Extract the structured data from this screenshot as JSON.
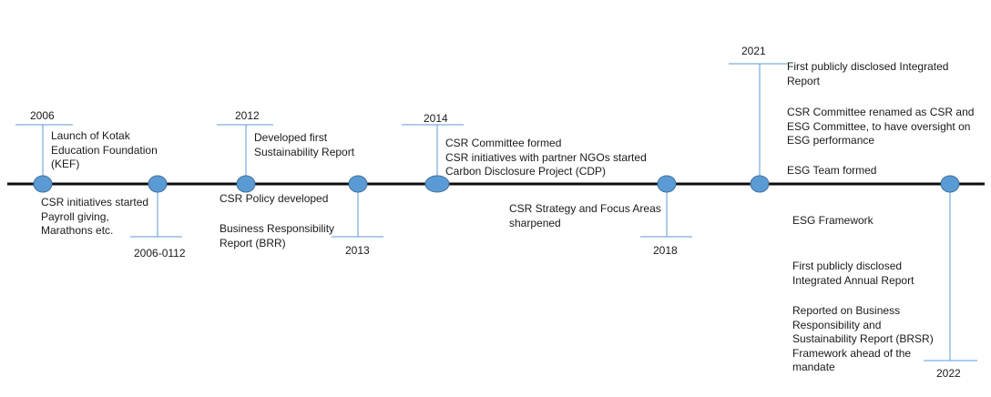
{
  "milestones": [
    {
      "year": "2006",
      "events": [
        "Launch of Kotak Education Foundation (KEF)"
      ]
    },
    {
      "year": "2006-0112",
      "events": [
        "CSR initiatives started Payroll giving, Marathons etc."
      ]
    },
    {
      "year": "2012",
      "events": [
        "Developed first Sustainability Report"
      ]
    },
    {
      "year": "2013",
      "events": [
        "CSR Policy developed",
        "Business Responsibility Report (BRR)"
      ]
    },
    {
      "year": "2014",
      "events": [
        "CSR Committee formed",
        "CSR initiatives with partner NGOs started",
        "Carbon Disclosure Project (CDP)"
      ]
    },
    {
      "year": "2018",
      "events": [
        "CSR Strategy and Focus Areas sharpened"
      ]
    },
    {
      "year": "2021",
      "events": [
        "First publicly disclosed Integrated Report",
        "CSR Committee renamed as CSR and ESG Committee, to have oversight on ESG performance",
        "ESG Team formed"
      ]
    },
    {
      "year": "2022",
      "events": [
        "ESG Framework",
        "First publicly disclosed Integrated Annual Report",
        "Reported on Business Responsibility and Sustainability Report (BRSR) Framework ahead of the mandate"
      ]
    }
  ],
  "text_lines": {
    "kef": [
      "Launch of Kotak",
      "Education Foundation",
      "(KEF)"
    ],
    "csr_init": [
      "CSR initiatives started",
      "Payroll giving,",
      "Marathons etc."
    ],
    "sust": [
      "Developed first",
      "Sustainability Report"
    ],
    "policy": [
      "CSR Policy developed"
    ],
    "brr": [
      "Business Responsibility",
      "Report (BRR)"
    ],
    "y2014": [
      "CSR Committee formed",
      "CSR initiatives with partner NGOs started",
      "Carbon Disclosure Project (CDP)"
    ],
    "y2018": [
      "CSR Strategy and Focus Areas",
      "sharpened"
    ],
    "ir2021": [
      "First publicly disclosed Integrated",
      "Report"
    ],
    "esgc": [
      "CSR Committee renamed as CSR and",
      "ESG Committee, to have oversight on",
      "ESG performance"
    ],
    "esgteam": [
      "ESG Team formed"
    ],
    "esgfw": [
      "ESG Framework"
    ],
    "iar2022": [
      "First publicly disclosed",
      "Integrated Annual Report"
    ],
    "brsr": [
      "Reported on Business",
      "Responsibility and",
      "Sustainability Report (BRSR)",
      "Framework ahead of the",
      "mandate"
    ]
  },
  "colors": {
    "axis": "#0d0d0d",
    "node_fill": "#5b9bd5",
    "node_stroke": "#41719c",
    "connector": "#5b9bd5"
  }
}
